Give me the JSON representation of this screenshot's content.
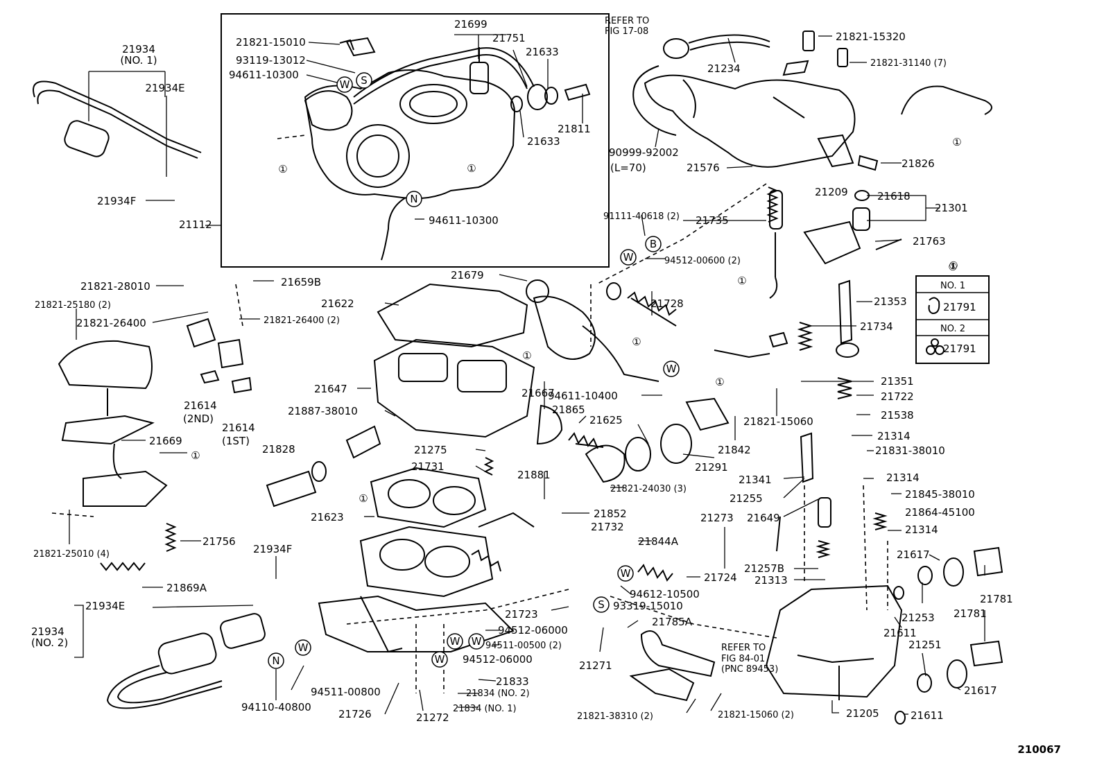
{
  "diagram": {
    "figure_number": "210067",
    "refer_a": [
      "REFER TO",
      "FIG 17-08"
    ],
    "refer_b": [
      "REFER TO",
      "FIG 84-01",
      "(PNC 89453)"
    ],
    "legend": {
      "symbol": "1",
      "rows": [
        {
          "label": "NO. 1",
          "part": "21791"
        },
        {
          "label": "NO. 2",
          "part": "21791"
        }
      ]
    },
    "symbol_glyph": "①",
    "callouts": [
      "21934",
      "(NO. 1)",
      "21934E",
      "21934F",
      "21112",
      "21821-15010",
      "93119-13012",
      "94611-10300",
      "21699",
      "21751",
      "21633",
      "21633",
      "21811",
      "94611-10300",
      "21234",
      "21821-15320",
      "21821-31140 (7)",
      "90999-92002",
      "(L=70)",
      "21576",
      "21826",
      "21209",
      "21618",
      "21301",
      "21763",
      "91111-40618 (2)",
      "21735",
      "94512-00600 (2)",
      "21821-28010",
      "21659B",
      "21821-25180 (2)",
      "21821-26400",
      "21821-26400 (2)",
      "21614",
      "(2ND)",
      "21614",
      "(1ST)",
      "21669",
      "21821-25010 (4)",
      "21756",
      "21869A",
      "21934F",
      "21934E",
      "21934",
      "(NO. 2)",
      "94110-40800",
      "94511-00800",
      "21679",
      "21622",
      "21728",
      "21353",
      "21734",
      "21647",
      "21667",
      "21887-38010",
      "94611-10400",
      "21351",
      "21722",
      "21538",
      "21821-15060",
      "21865",
      "21625",
      "21842",
      "21291",
      "21828",
      "21275",
      "21731",
      "21881",
      "21821-24030 (3)",
      "21314",
      "21831-38010",
      "21341",
      "21255",
      "21314",
      "21845-38010",
      "21623",
      "21852",
      "21273",
      "21649",
      "21864-45100",
      "21314",
      "21732",
      "21844A",
      "21617",
      "21257B",
      "21313",
      "21724",
      "94612-10500",
      "93319-15010",
      "21781",
      "21723",
      "21785A",
      "21253",
      "21781",
      "94512-06000",
      "94511-00500 (2)",
      "94512-06000",
      "21611",
      "21271",
      "21251",
      "21833",
      "21834 (NO. 2)",
      "21834 (NO. 1)",
      "21617",
      "21726",
      "21272",
      "21821-38310 (2)",
      "21821-15060 (2)",
      "21205",
      "21611"
    ]
  }
}
